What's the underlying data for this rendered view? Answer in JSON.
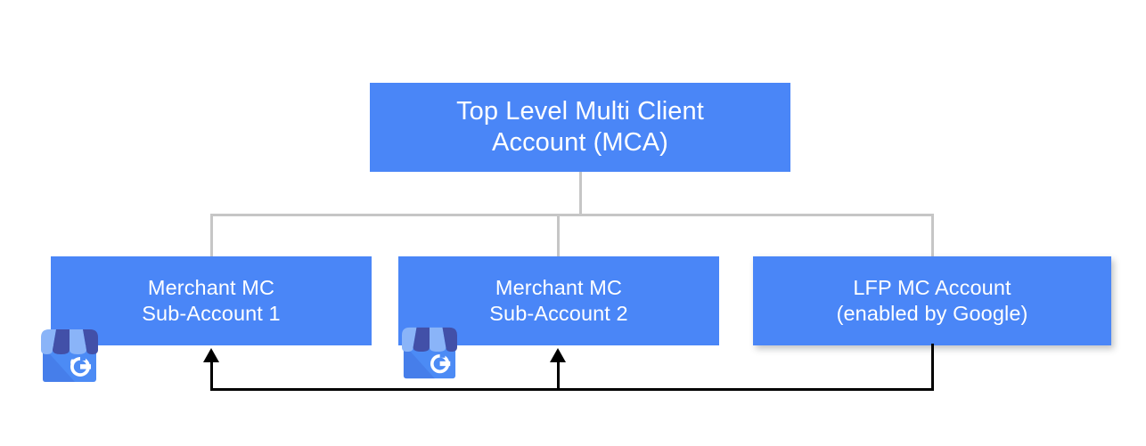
{
  "diagram": {
    "title": "Multi Client Account hierarchy with Local Feeds Partnership",
    "background_color": "#ffffff",
    "node_color": "#4a86f7",
    "node_text_color": "#ffffff",
    "connector_color": "#c6c6c6",
    "flow_arrow_color": "#000000"
  },
  "nodes": {
    "mca": {
      "label": "Top Level Multi Client\nAccount (MCA)",
      "line1": "Top Level Multi Client",
      "line2": "Account (MCA)"
    },
    "sub1": {
      "label": "Merchant MC\nSub-Account 1",
      "line1": "Merchant MC",
      "line2": "Sub-Account 1"
    },
    "sub2": {
      "label": "Merchant MC\nSub-Account 2",
      "line1": "Merchant MC",
      "line2": "Sub-Account 2"
    },
    "lfp": {
      "label": "LFP MC Account\n(enabled by Google)",
      "line1": "LFP MC Account",
      "line2": "(enabled by Google)"
    }
  },
  "icons": {
    "gbp_1": "google-business-profile-icon",
    "gbp_2": "google-business-profile-icon",
    "gbp_letter": "G",
    "gbp_colors": {
      "awning_light": "#8ab4f8",
      "awning_dark": "#4250a8",
      "body": "#4c8bf5",
      "body_shade": "#5e96f3"
    }
  },
  "connections": {
    "tree": [
      {
        "from": "mca",
        "to": "sub1"
      },
      {
        "from": "mca",
        "to": "sub2"
      },
      {
        "from": "mca",
        "to": "lfp"
      }
    ],
    "flows": [
      {
        "from": "lfp",
        "to": "sub1",
        "style": "arrow"
      },
      {
        "from": "lfp",
        "to": "sub2",
        "style": "arrow"
      }
    ]
  }
}
